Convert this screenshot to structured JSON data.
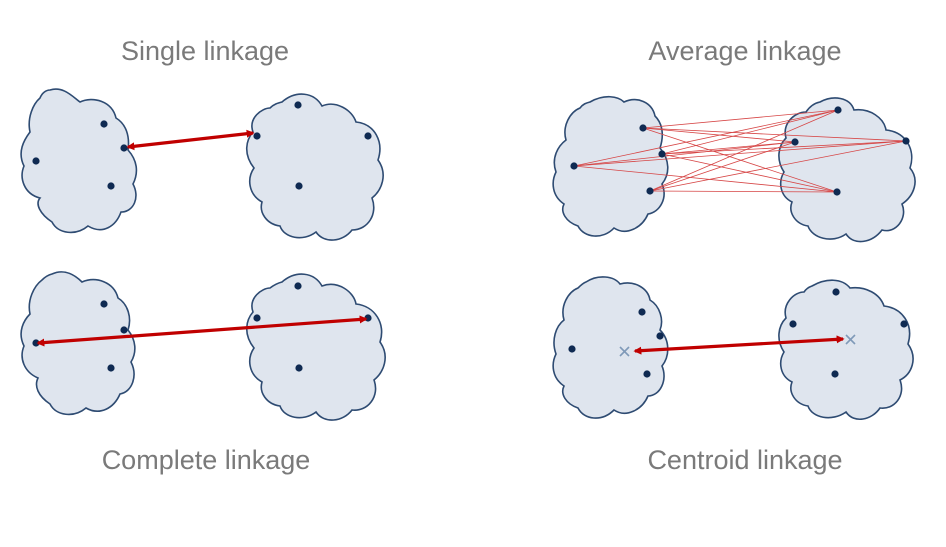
{
  "labels": {
    "single": "Single linkage",
    "average": "Average linkage",
    "complete": "Complete linkage",
    "centroid": "Centroid linkage"
  },
  "colors": {
    "blob_fill": "#dfe5ee",
    "blob_stroke": "#2e4b72",
    "point": "#0f2a52",
    "arrow": "#c00000",
    "avg_line": "#d64545",
    "centroid_marker": "#7f9ab8",
    "label_text": "#7a7a7a"
  },
  "icons": {
    "centroid_marker": "x-mark-icon"
  }
}
